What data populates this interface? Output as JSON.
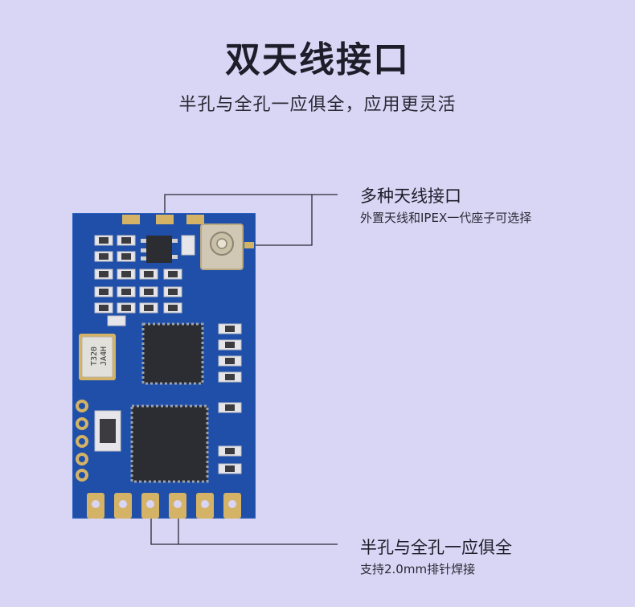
{
  "header": {
    "title": "双天线接口",
    "subtitle": "半孔与全孔一应俱全，应用更灵活"
  },
  "callouts": [
    {
      "title": "多种天线接口",
      "desc": "外置天线和IPEX一代座子可选择"
    },
    {
      "title": "半孔与全孔一应俱全",
      "desc": "支持2.0mm排针焊接"
    }
  ],
  "board": {
    "crystal_line1": "T320",
    "crystal_line2": "JA4H",
    "colors": {
      "pcb": "#1f4fa8",
      "pcb_edge": "#2b5fbe",
      "pad": "#d4b366",
      "chip": "#2b2d33",
      "component": "#3b3b40",
      "background": "#d9d6f5"
    }
  }
}
